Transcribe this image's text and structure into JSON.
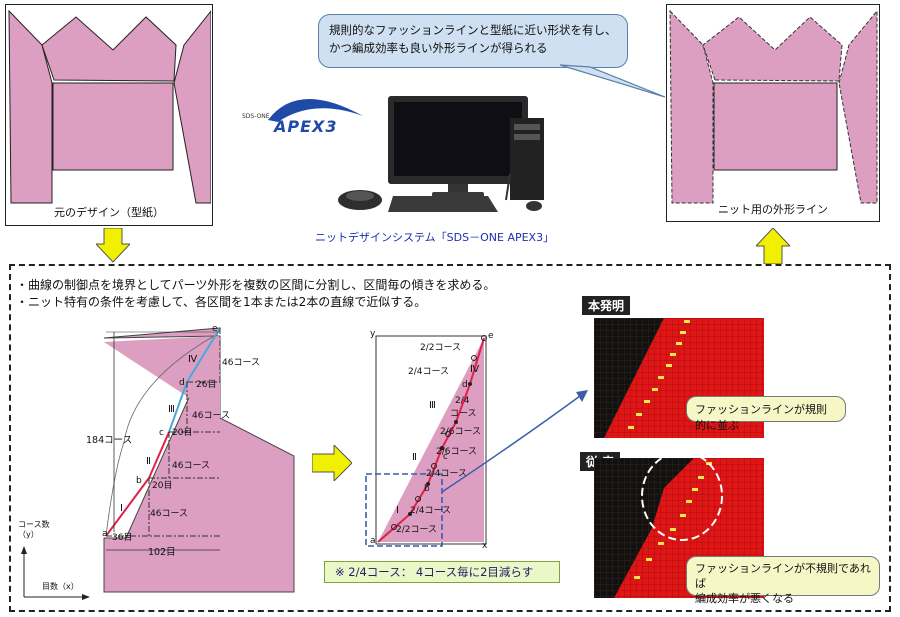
{
  "left_panel": {
    "caption": "元のデザイン（型紙）"
  },
  "right_panel": {
    "caption": "ニット用の外形ライン"
  },
  "callout": {
    "line1": "規則的なファッションラインと型紙に近い形状を有し、",
    "line2": "かつ編成効率も良い外形ラインが得られる"
  },
  "logo": {
    "small": "SDS-ONE",
    "big": "APEX3"
  },
  "system_caption": "ニットデザインシステム「SDS－ONE APEX3」",
  "bullets": [
    "・曲線の制御点を境界としてパーツ外形を複数の区間に分割し、区間毎の傾きを求める。",
    "・ニット特有の条件を考慮して、各区間を1本または2本の直線で近似する。"
  ],
  "diagram1": {
    "seg_labels": [
      "Ⅰ",
      "Ⅱ",
      "Ⅲ",
      "Ⅳ"
    ],
    "points": [
      "a",
      "b",
      "c",
      "d",
      "e"
    ],
    "courses": [
      "46コース",
      "46コース",
      "46コース",
      "46コース"
    ],
    "stitches": [
      "36目",
      "20目",
      "20目",
      "26目"
    ],
    "height_label": "184コース",
    "width_label": "102目",
    "axis_y": "コース数\n（y）",
    "axis_x": "目数（x）"
  },
  "diagram2": {
    "axis_y": "y",
    "axis_x": "x",
    "point_e": "e",
    "point_a": "a",
    "point_b": "b",
    "point_c": "c",
    "point_d": "d",
    "labels": [
      "2/2コース",
      "2/4コース",
      "2/4",
      "コース",
      "2/6コース",
      "2/6コース",
      "2/4コース",
      "2/4コース",
      "2/2コース"
    ],
    "romans": [
      "Ⅳ",
      "Ⅲ",
      "Ⅱ",
      "Ⅰ"
    ]
  },
  "note": "※ 2/4コース： 4コース毎に2目減らす",
  "invention": {
    "title": "本発明",
    "bubble": "ファッションラインが規則的に並ぶ"
  },
  "conventional": {
    "title": "従 来",
    "bubble_line1": "ファッションラインが不規則であれば",
    "bubble_line2": "編成効率が悪くなる"
  },
  "colors": {
    "pink": "#dc9fc1",
    "blue_line": "#49a9d8",
    "red_grid": "#e01515",
    "yellow_arrow": "#f0f000"
  }
}
